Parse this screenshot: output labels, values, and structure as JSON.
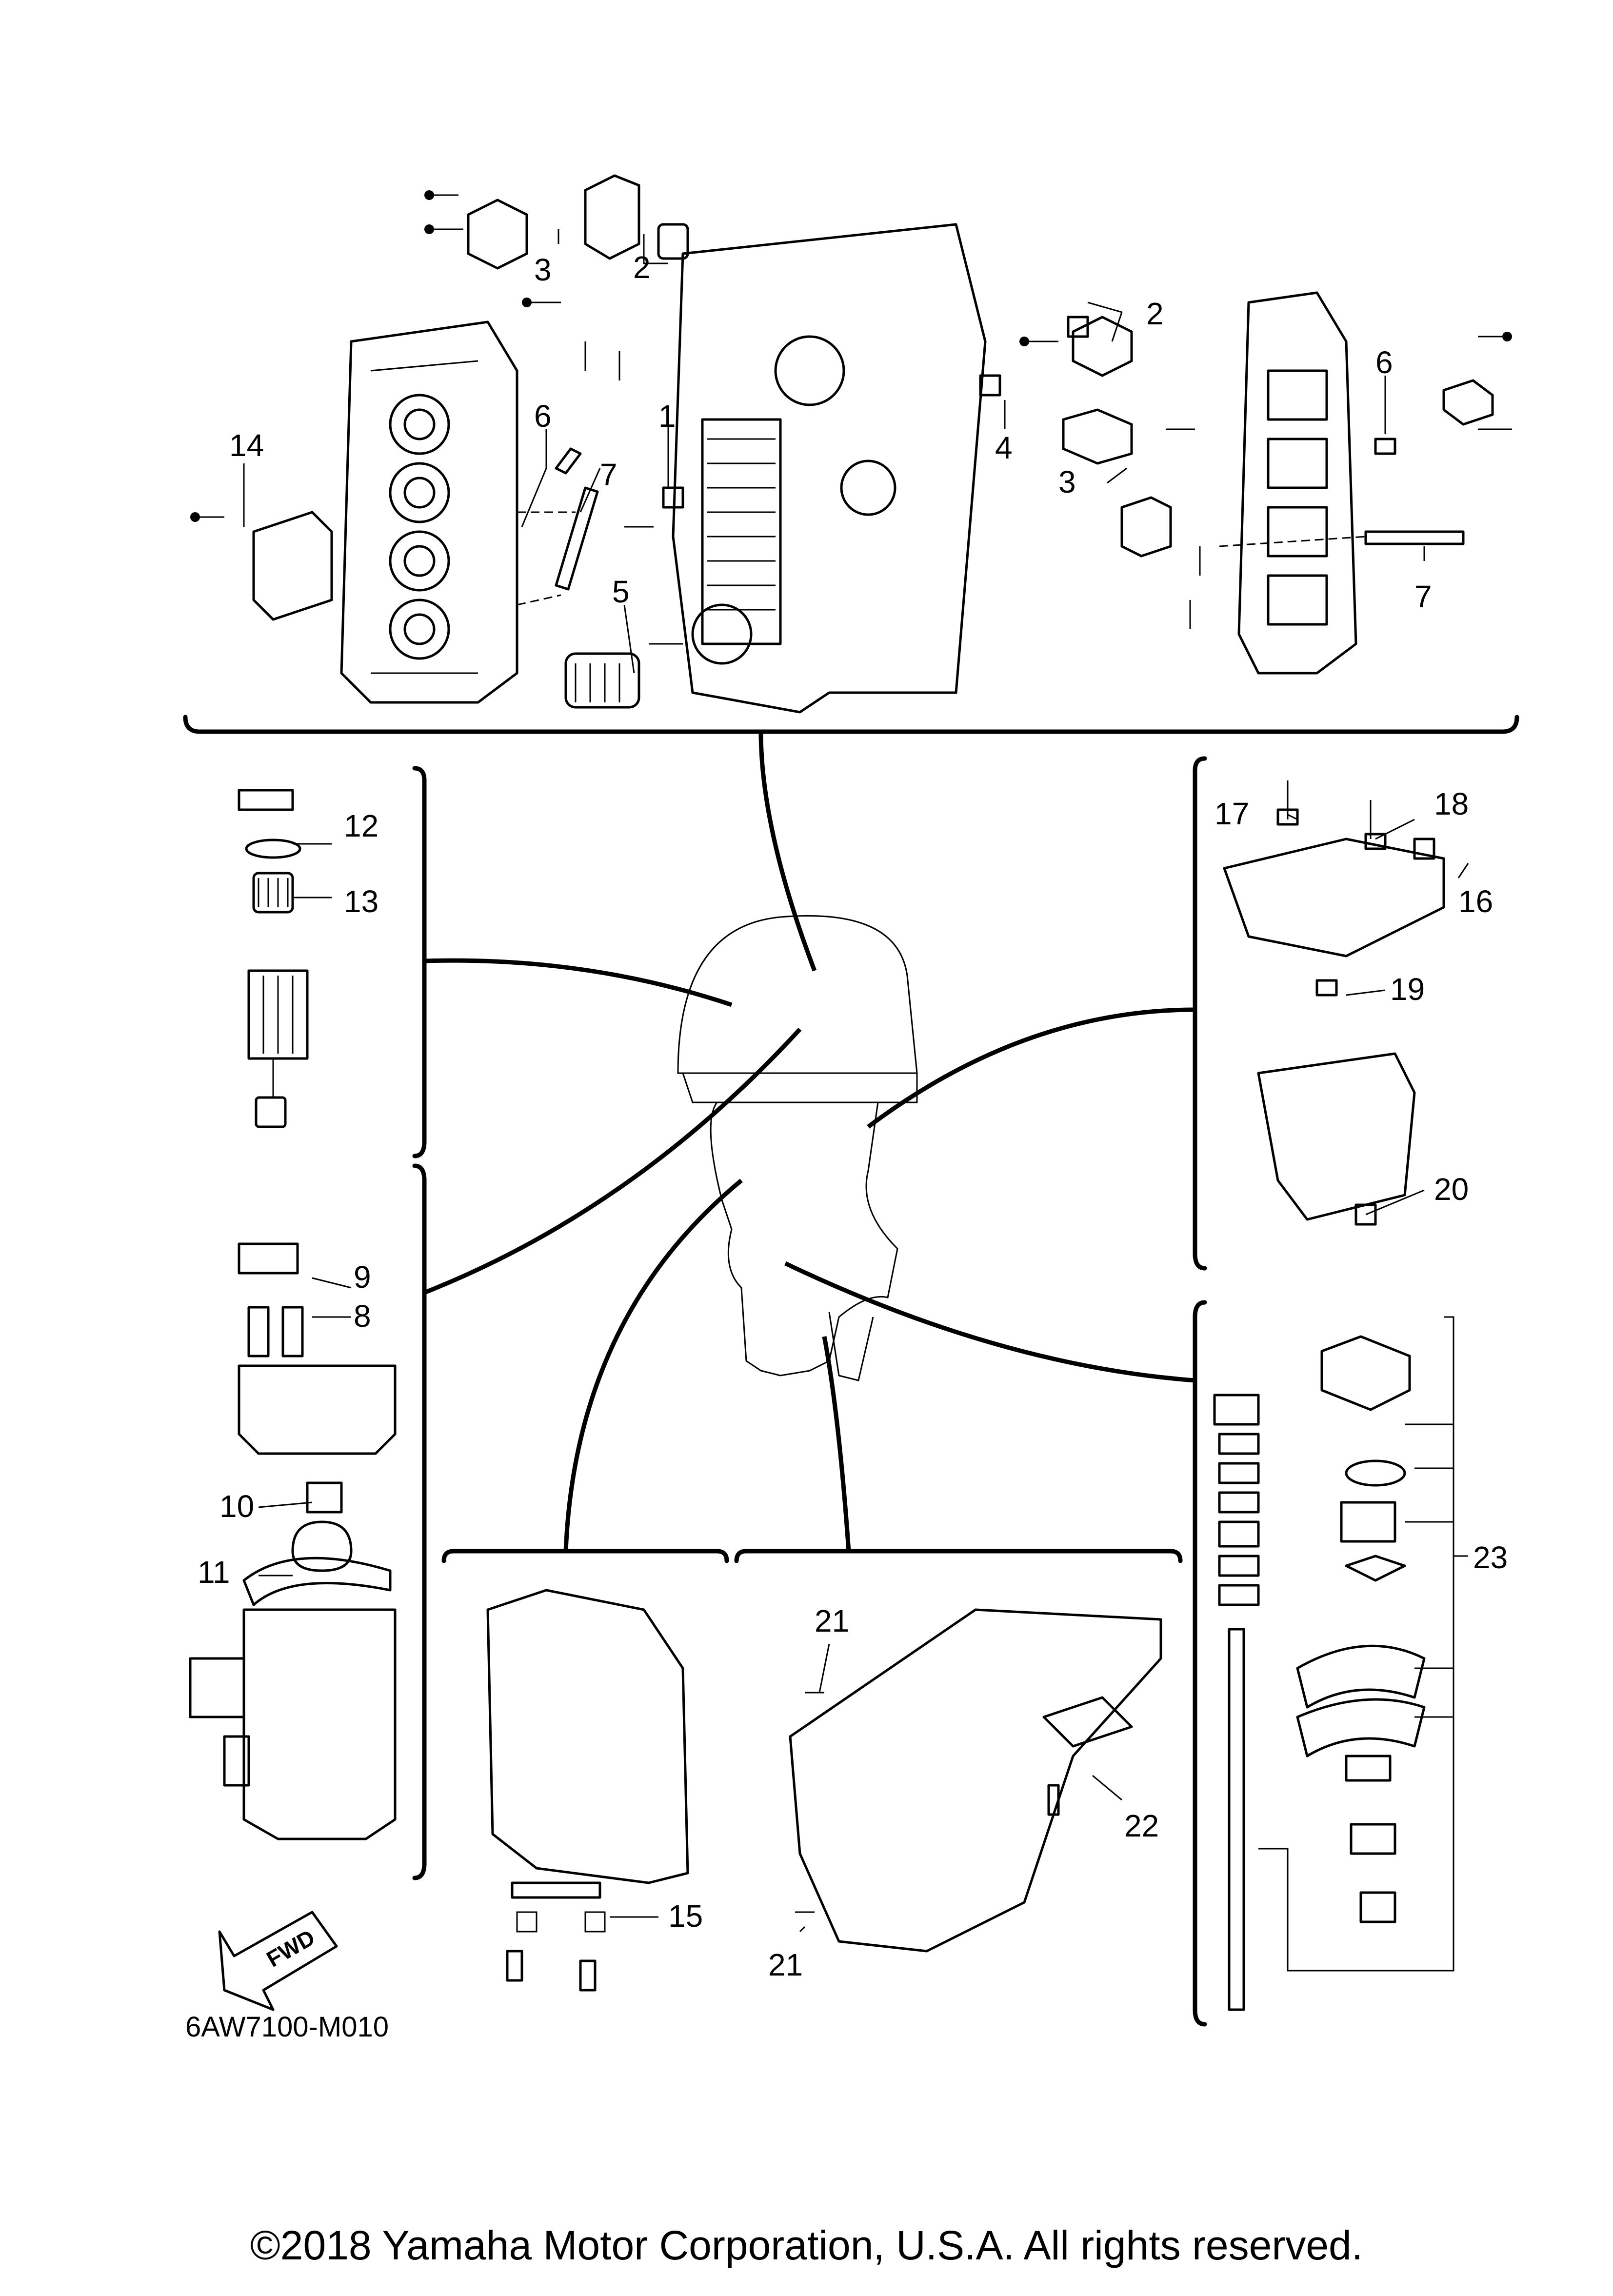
{
  "diagram": {
    "reference_code": "6AW7100-M010",
    "fwd_label": "FWD",
    "copyright": "©2018 Yamaha Motor Corporation, U.S.A. All rights reserved.",
    "callouts": [
      "1",
      "2",
      "2",
      "3",
      "3",
      "4",
      "5",
      "6",
      "6",
      "7",
      "7",
      "8",
      "9",
      "10",
      "11",
      "12",
      "13",
      "14",
      "15",
      "16",
      "17",
      "18",
      "19",
      "20",
      "21",
      "21",
      "22",
      "23"
    ]
  }
}
